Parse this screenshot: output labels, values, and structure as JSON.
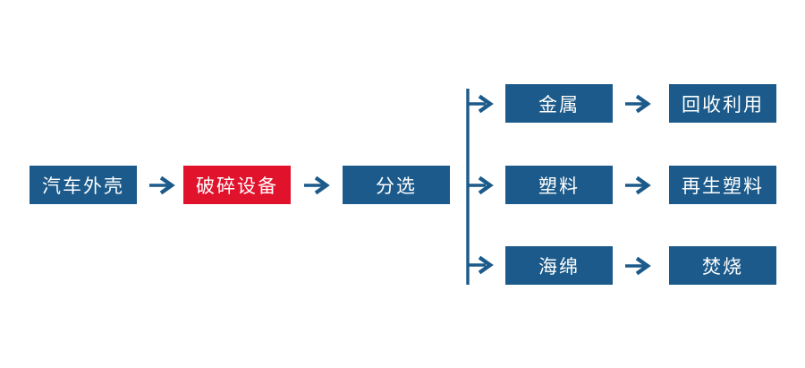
{
  "diagram": {
    "title_hidden": "",
    "colors": {
      "box_blue": "#1b5a8a",
      "box_red": "#e0122c",
      "arrow_blue": "#1b5a8a",
      "text": "#ffffff",
      "background": "#ffffff"
    },
    "main_flow": [
      {
        "id": "car-shell",
        "label": "汽车外壳",
        "variant": "blue"
      },
      {
        "id": "crusher",
        "label": "破碎设备",
        "variant": "red"
      },
      {
        "id": "sorting",
        "label": "分选",
        "variant": "blue"
      }
    ],
    "branches": [
      {
        "material": "金属",
        "result": "回收利用"
      },
      {
        "material": "塑料",
        "result": "再生塑料"
      },
      {
        "material": "海绵",
        "result": "焚烧"
      }
    ]
  }
}
